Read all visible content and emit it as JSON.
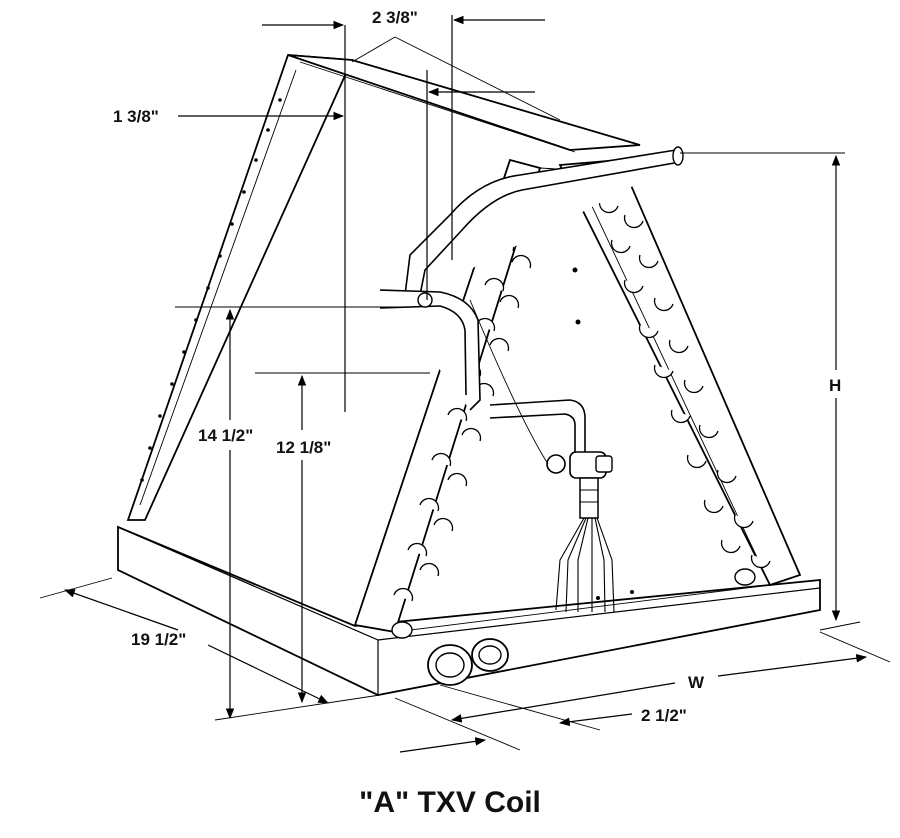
{
  "caption": "\"A\" TXV Coil",
  "dimensions": {
    "top_width": "2 3/8\"",
    "top_offset": "1 3/8\"",
    "height_left": "14 1/2\"",
    "height_inner": "12 1/8\"",
    "depth": "19 1/2\"",
    "height": "H",
    "width": "W",
    "pipe_offset": "2 1/2\""
  }
}
